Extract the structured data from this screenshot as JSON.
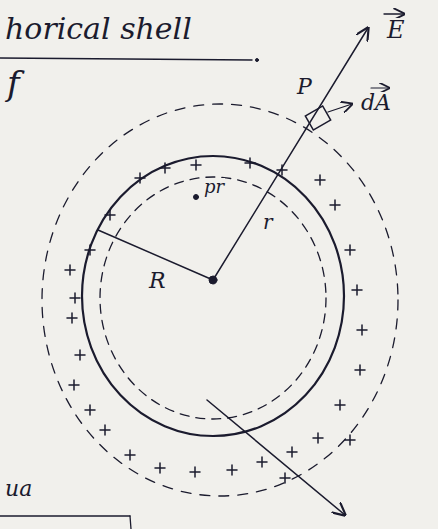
{
  "diagram": {
    "labels": [
      "horical shell",
      "E",
      "P",
      "dA",
      "pr",
      "R",
      "r",
      "f",
      "ua"
    ]
  }
}
